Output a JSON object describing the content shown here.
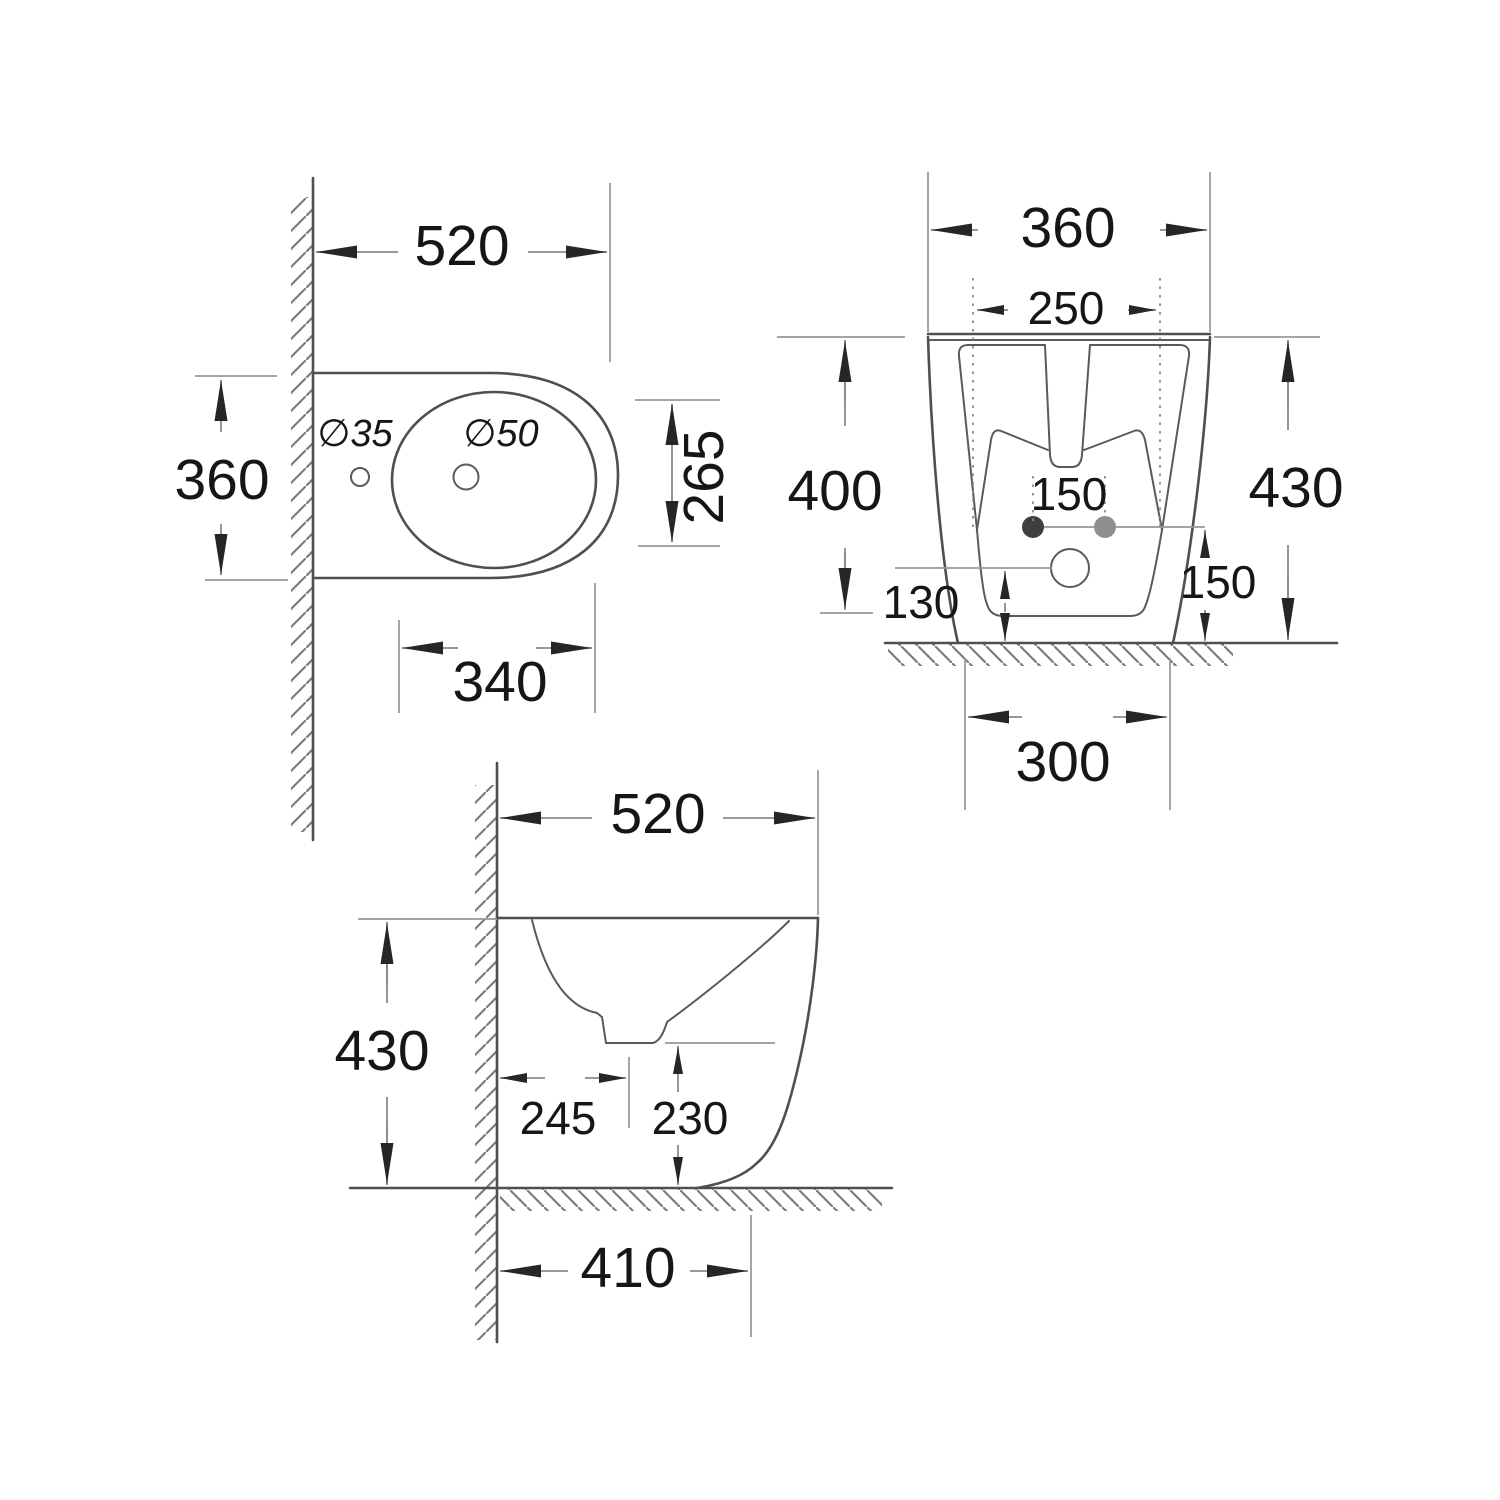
{
  "figure": {
    "kind": "bidet three-view dimension drawing",
    "views": [
      "plan",
      "front",
      "side"
    ]
  },
  "plan": {
    "overall_width": "520",
    "overall_depth": "360",
    "bowl_depth": "265",
    "bowl_offset": "340",
    "tap_hole_dia": "∅35",
    "drain_hole_dia": "∅50"
  },
  "front": {
    "overall_width": "360",
    "inner_rim_width": "250",
    "fixing_hole_spacing": "150",
    "shelf_height": "400",
    "overall_height": "430",
    "outlet_height": "130",
    "fixing_hole_height": "150",
    "base_width": "300"
  },
  "side": {
    "overall_depth": "520",
    "overall_height": "430",
    "outlet_offset": "245",
    "spout_height": "230",
    "base_depth": "410"
  }
}
